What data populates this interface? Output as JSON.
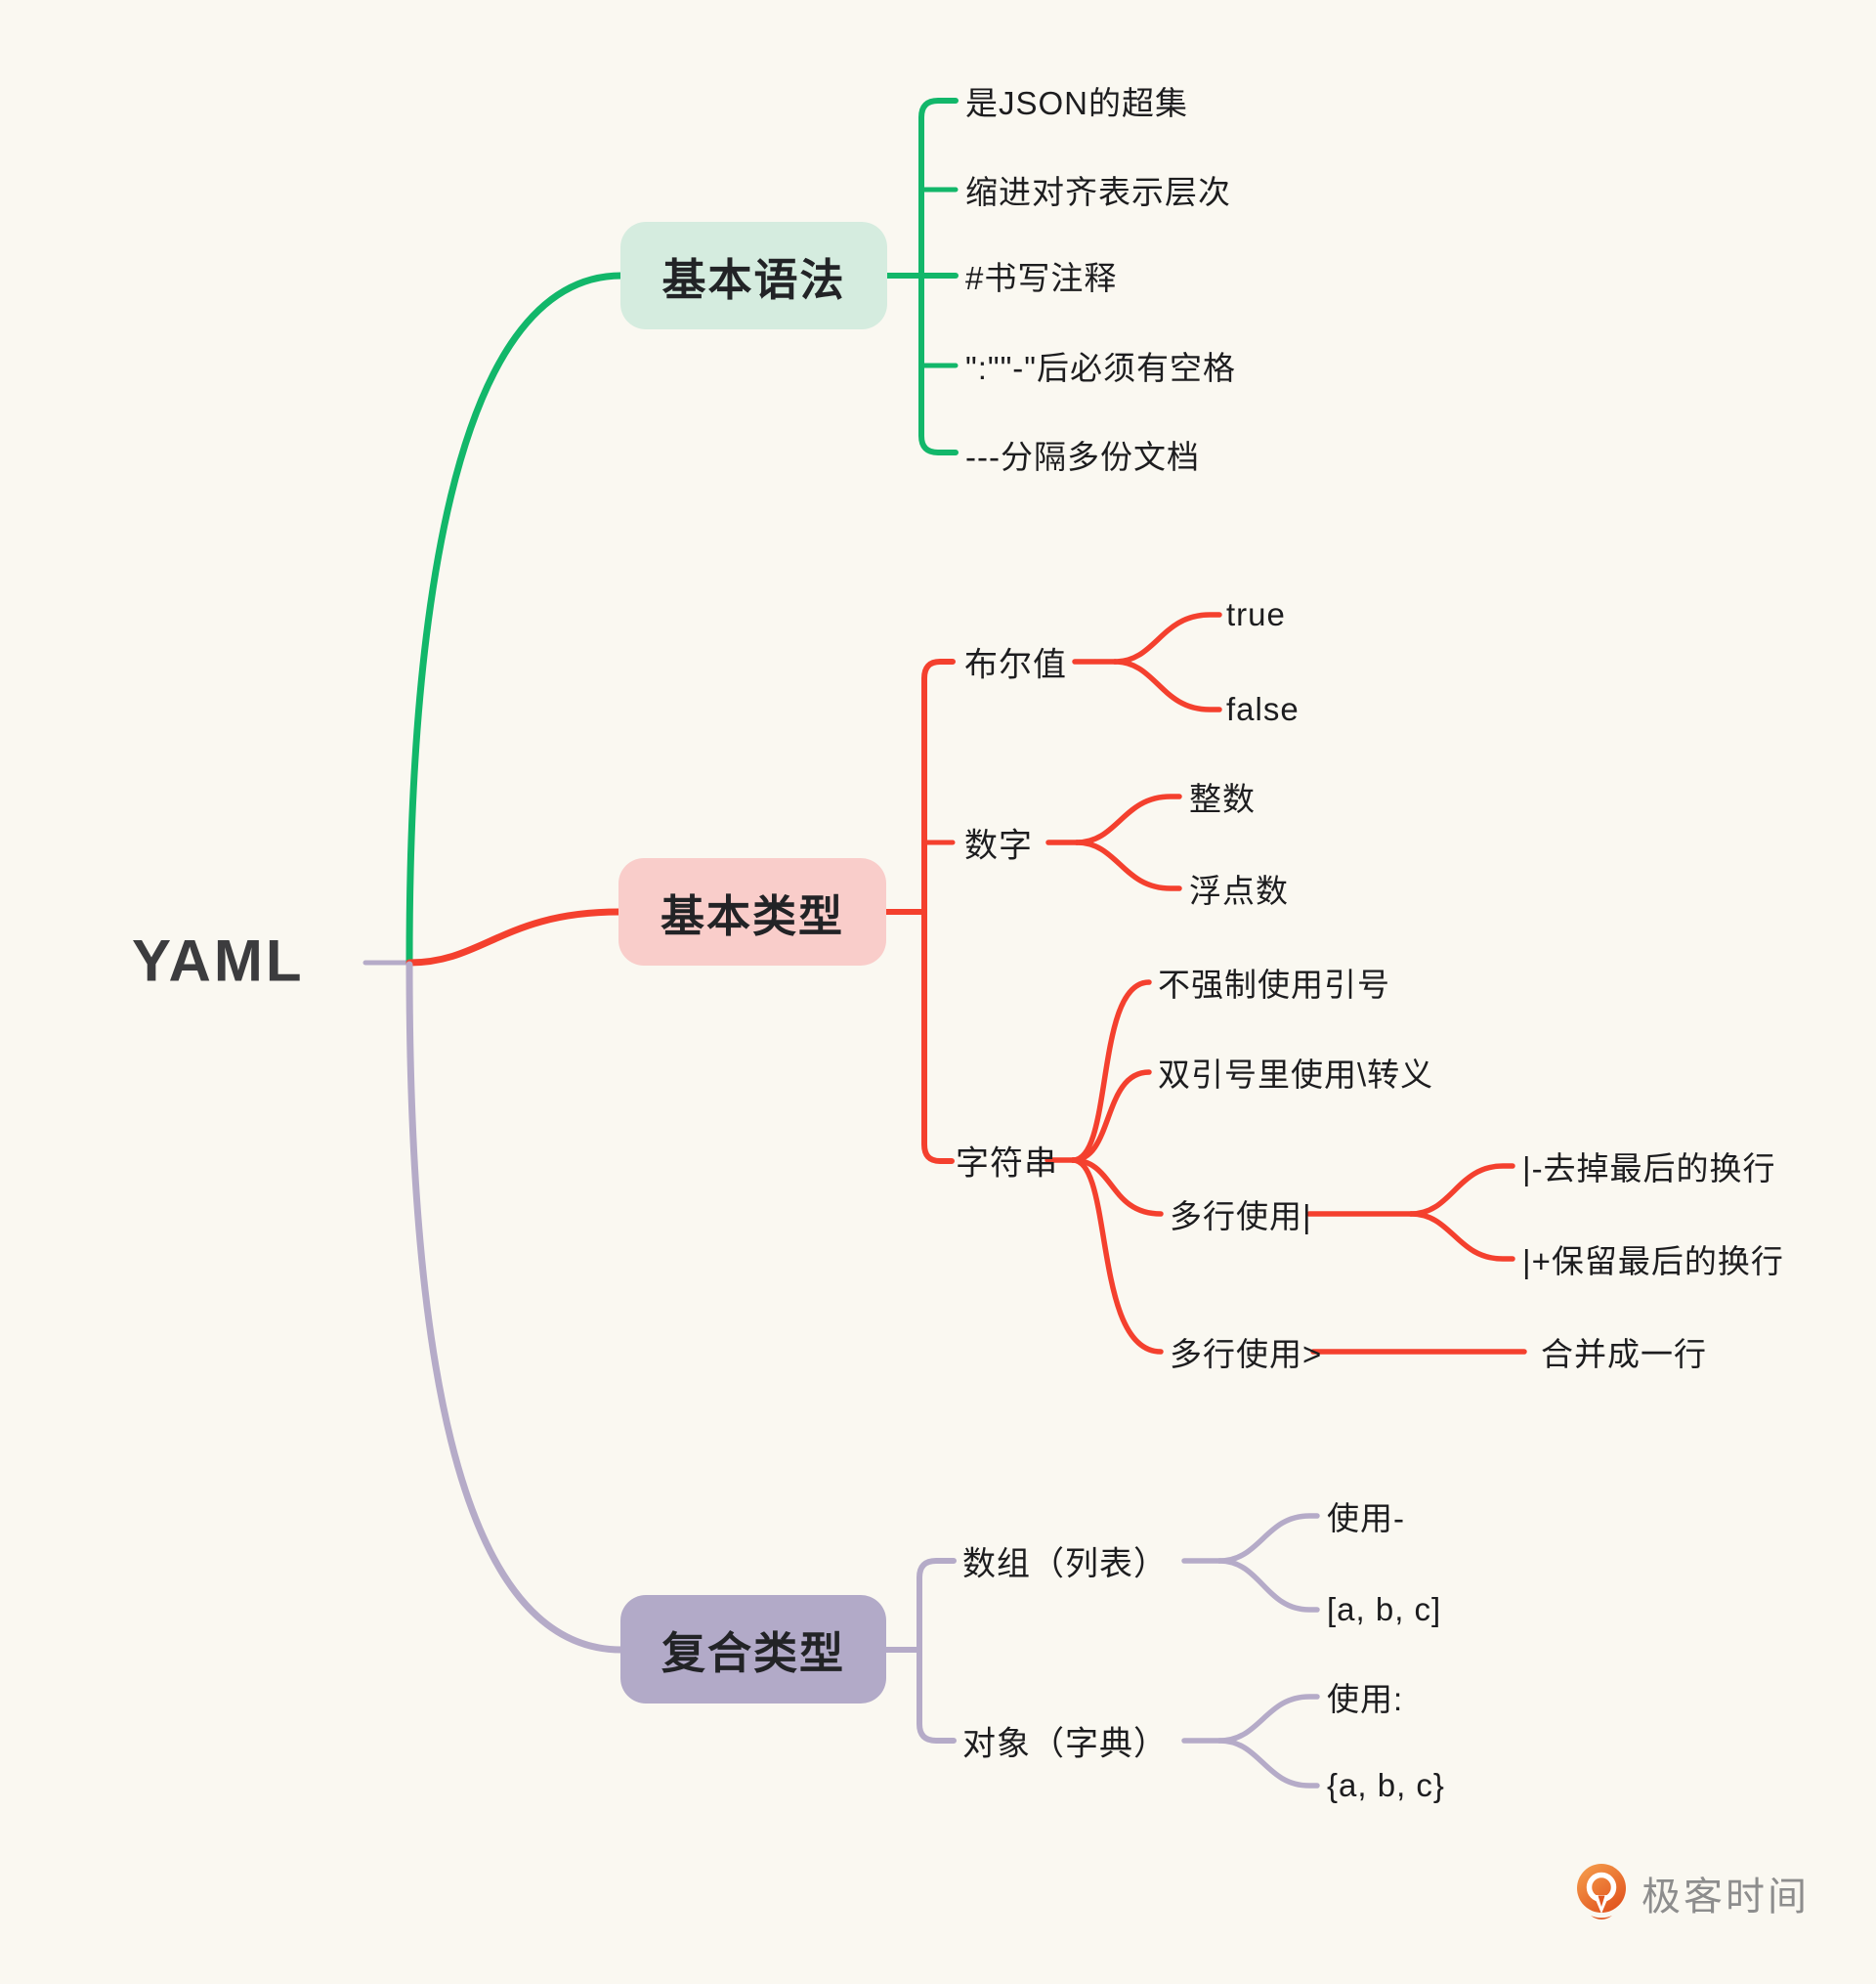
{
  "root": {
    "label": "YAML"
  },
  "branches": [
    {
      "label": "基本语法",
      "line_color": "#12B76A",
      "box_bg": "#D5ECDF",
      "children": [
        {
          "label": "是JSON的超集"
        },
        {
          "label": "缩进对齐表示层次"
        },
        {
          "label": "#书写注释"
        },
        {
          "label": "\":\"\"-\"后必须有空格"
        },
        {
          "label": "---分隔多份文档"
        }
      ]
    },
    {
      "label": "基本类型",
      "line_color": "#F4402E",
      "box_bg": "#F9CDCA",
      "children": [
        {
          "label": "布尔值",
          "children": [
            {
              "label": "true"
            },
            {
              "label": "false"
            }
          ]
        },
        {
          "label": "数字",
          "children": [
            {
              "label": "整数"
            },
            {
              "label": "浮点数"
            }
          ]
        },
        {
          "label": "字符串",
          "children": [
            {
              "label": "不强制使用引号"
            },
            {
              "label": "双引号里使用\\转义"
            },
            {
              "label": "多行使用|",
              "children": [
                {
                  "label": "|-去掉最后的换行"
                },
                {
                  "label": "|+保留最后的换行"
                }
              ]
            },
            {
              "label": "多行使用>",
              "children": [
                {
                  "label": "合并成一行"
                }
              ]
            }
          ]
        }
      ]
    },
    {
      "label": "复合类型",
      "line_color": "#B5ABC8",
      "box_bg": "#B2AAC8",
      "children": [
        {
          "label": "数组（列表）",
          "children": [
            {
              "label": "使用-"
            },
            {
              "label": "[a, b, c]"
            }
          ]
        },
        {
          "label": "对象（字典）",
          "children": [
            {
              "label": "使用:"
            },
            {
              "label": "{a, b, c}"
            }
          ]
        }
      ]
    }
  ],
  "watermark": {
    "brand": "极客时间"
  },
  "colors": {
    "background": "#FAF8F1",
    "green_line": "#12B76A",
    "red_line": "#F4402E",
    "purple_line": "#B5ABC8",
    "text": "#1D1D1F",
    "logo_orange_top": "#F6A14E",
    "logo_orange_bottom": "#E2551F",
    "logo_text_gray": "#8D8D8D"
  }
}
